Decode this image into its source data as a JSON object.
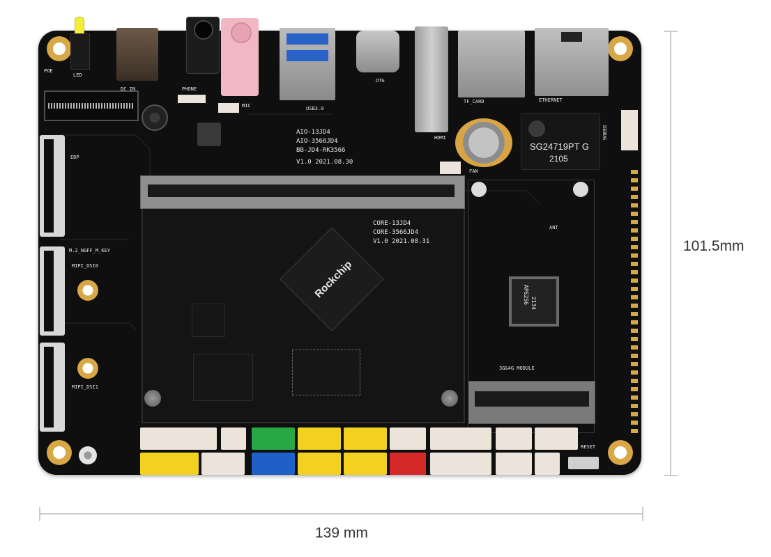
{
  "dimensions": {
    "width_label": "139 mm",
    "height_label": "101.5mm"
  },
  "silkscreen": {
    "poe": "POE",
    "led": "LED",
    "dc_in": "DC_IN",
    "phone": "PHONE",
    "usb3": "USB3.0",
    "otg": "OTG",
    "hdmi": "HDMI",
    "tf_card": "TF_CARD",
    "ethernet": "ETHERNET",
    "debug": "DEBUG",
    "board_models": [
      "AIO-13JD4",
      "AIO-3566JD4",
      "BB-JD4-RK3566",
      "V1.0  2021.08.30"
    ],
    "mic": "MIC",
    "fan": "FAN",
    "edp": "EDP",
    "m2_slot": "M.2_NGFF_M_KEY",
    "mipi_dsi0": "MIPI_DSI0",
    "mipi_dsi1": "MIPI_DSI1",
    "core_models": [
      "CORE-13JD4",
      "CORE-3566JD4",
      "V1.0  2021.08.31"
    ],
    "soc_brand": "Rockchip",
    "ant": "ANT",
    "module_4g": "3G&4G MODULE",
    "reset": "RESET",
    "ethernet_chip": [
      "SG24719PT G",
      "2105"
    ],
    "wifi_module": [
      "AP6256",
      "2134"
    ]
  },
  "colors": {
    "board": "#0f0f0f",
    "background": "#ffffff",
    "header_white": "#ece4da",
    "header_yellow": "#f2d21f",
    "header_green": "#28a845",
    "header_blue": "#1f5fc8",
    "header_red": "#d42a2a",
    "gold": "#d8a746",
    "dimension_line": "#bbbbbb"
  }
}
